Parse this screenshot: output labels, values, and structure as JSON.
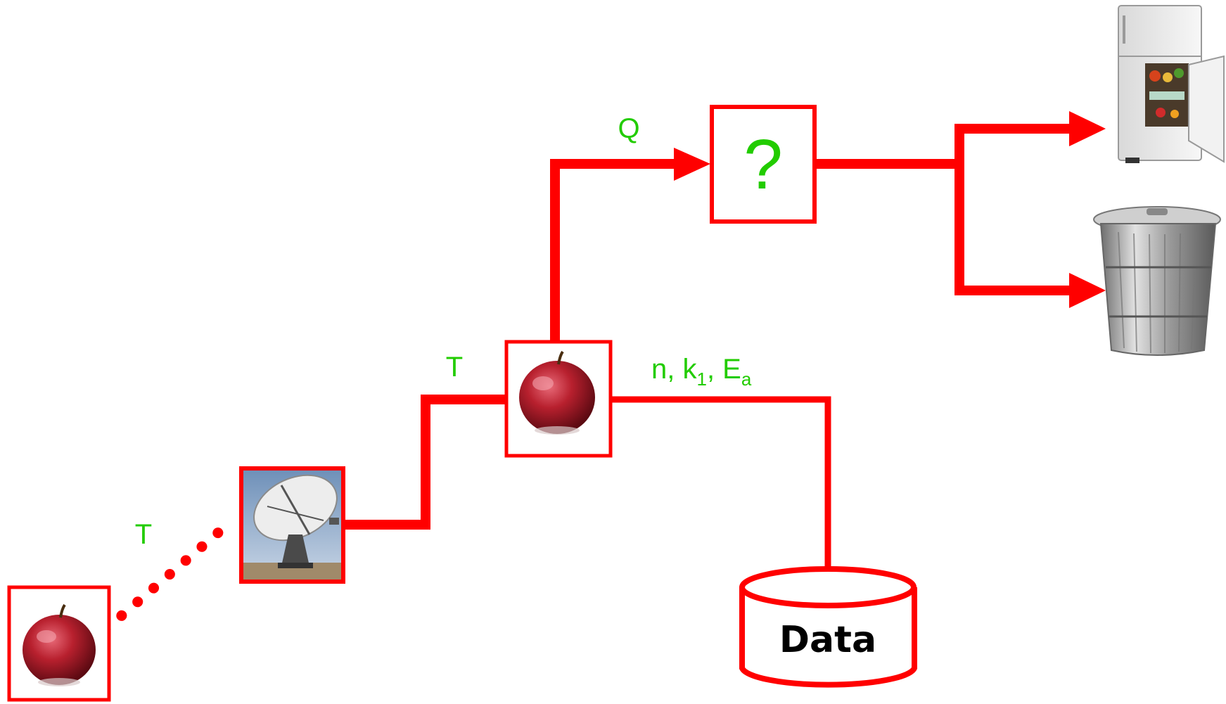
{
  "labels": {
    "temp_left": "T",
    "temp_mid": "T",
    "quality": "Q",
    "params_n": "n, k",
    "params_k_sub": "1",
    "params_comma": ", E",
    "params_e_sub": "a",
    "question": "?",
    "database": "Data"
  },
  "icons": {
    "apple_source": "apple-icon",
    "antenna": "radio-antenna-icon",
    "apple_processed": "apple-icon",
    "refrigerator": "refrigerator-icon",
    "trash_can": "trash-can-icon",
    "database": "database-cylinder-icon"
  },
  "colors": {
    "line": "#ff0000",
    "label": "#22cc00",
    "text": "#000000"
  }
}
